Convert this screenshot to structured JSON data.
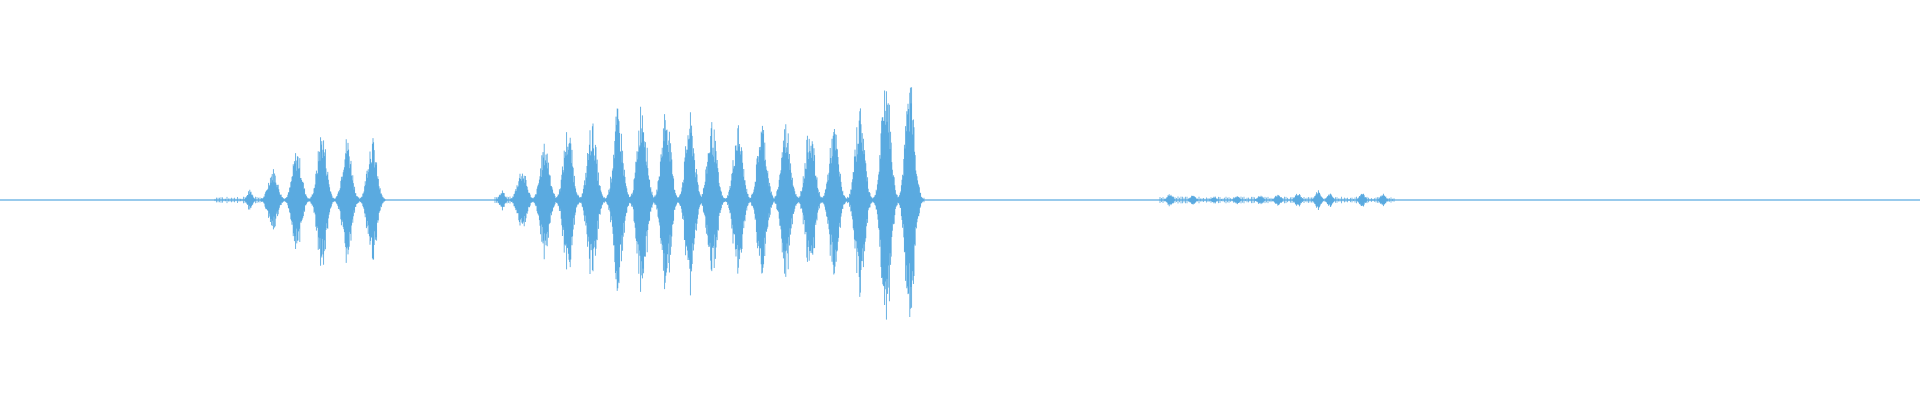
{
  "waveform": {
    "color": "#5aaae0",
    "background": "#ffffff",
    "bursts": [
      {
        "group": 1,
        "amp": 0.08
      },
      {
        "group": 1,
        "amp": 0.25
      },
      {
        "group": 1,
        "amp": 0.4
      },
      {
        "group": 1,
        "amp": 0.55
      },
      {
        "group": 1,
        "amp": 0.5
      },
      {
        "group": 1,
        "amp": 0.5
      },
      {
        "group": 2,
        "amp": 0.08
      },
      {
        "group": 2,
        "amp": 0.25
      },
      {
        "group": 2,
        "amp": 0.45
      },
      {
        "group": 2,
        "amp": 0.58
      },
      {
        "group": 2,
        "amp": 0.62
      },
      {
        "group": 2,
        "amp": 0.72
      },
      {
        "group": 2,
        "amp": 0.8
      },
      {
        "group": 2,
        "amp": 0.75
      },
      {
        "group": 2,
        "amp": 0.68
      },
      {
        "group": 2,
        "amp": 0.62
      },
      {
        "group": 2,
        "amp": 0.6
      },
      {
        "group": 2,
        "amp": 0.62
      },
      {
        "group": 2,
        "amp": 0.62
      },
      {
        "group": 2,
        "amp": 0.6
      },
      {
        "group": 2,
        "amp": 0.58
      },
      {
        "group": 2,
        "amp": 0.75
      },
      {
        "group": 2,
        "amp": 1.0
      },
      {
        "group": 2,
        "amp": 0.95
      },
      {
        "group": 3,
        "amp": 0.05
      },
      {
        "group": 3,
        "amp": 0.04
      },
      {
        "group": 3,
        "amp": 0.02
      },
      {
        "group": 3,
        "amp": 0.03
      },
      {
        "group": 3,
        "amp": 0.04
      },
      {
        "group": 3,
        "amp": 0.05
      },
      {
        "group": 3,
        "amp": 0.06
      },
      {
        "group": 3,
        "amp": 0.08
      },
      {
        "group": 3,
        "amp": 0.05
      },
      {
        "group": 3,
        "amp": 0.06
      },
      {
        "group": 3,
        "amp": 0.05
      }
    ]
  }
}
